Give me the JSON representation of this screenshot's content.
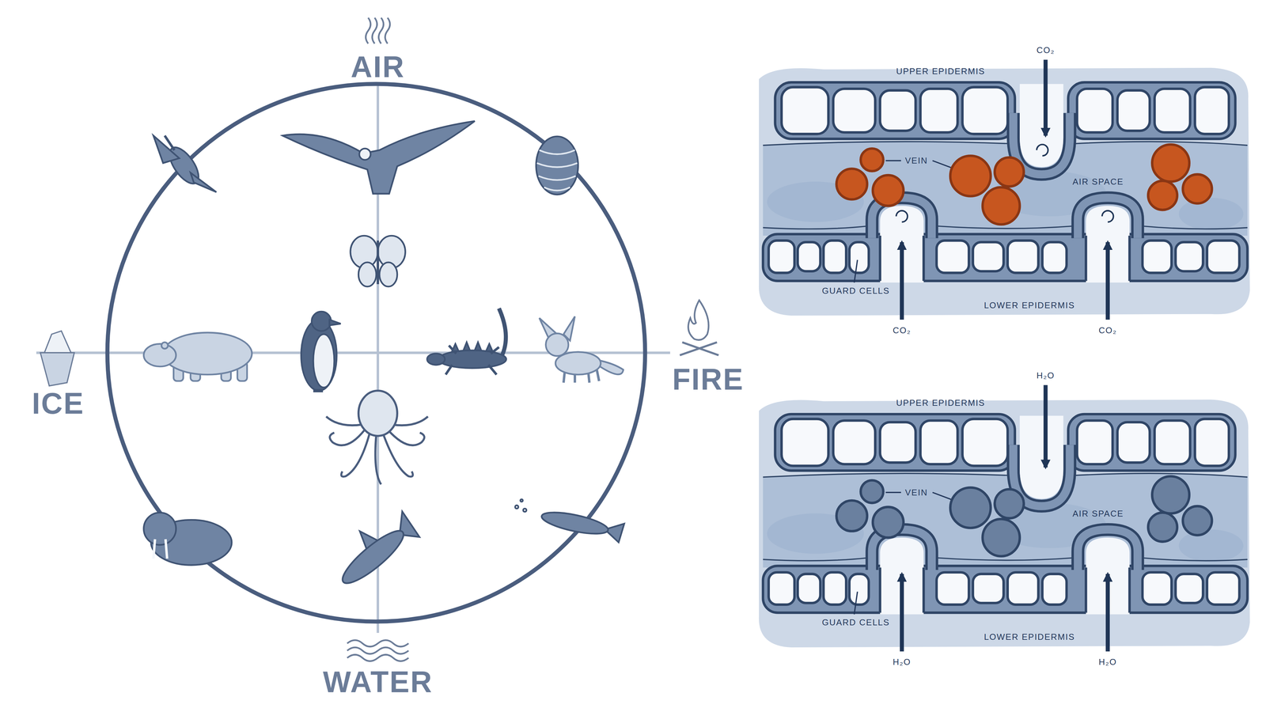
{
  "diagram": {
    "labels": [
      "AIR",
      "ICE",
      "FIRE",
      "WATER",
      "UPPER EPIDERMIS",
      "CO₂",
      "VEIN",
      "AIR SPACE",
      "GUARD CELLS",
      "LOWER EPIDERMIS",
      "CO₂",
      "CO₂",
      "UPPER EPIDERMIS",
      "H₂O",
      "VEIN",
      "AIR SPACE",
      "GUARD CELLS",
      "LOWER EPIDERMIS",
      "H₂O",
      "H₂O"
    ]
  }
}
